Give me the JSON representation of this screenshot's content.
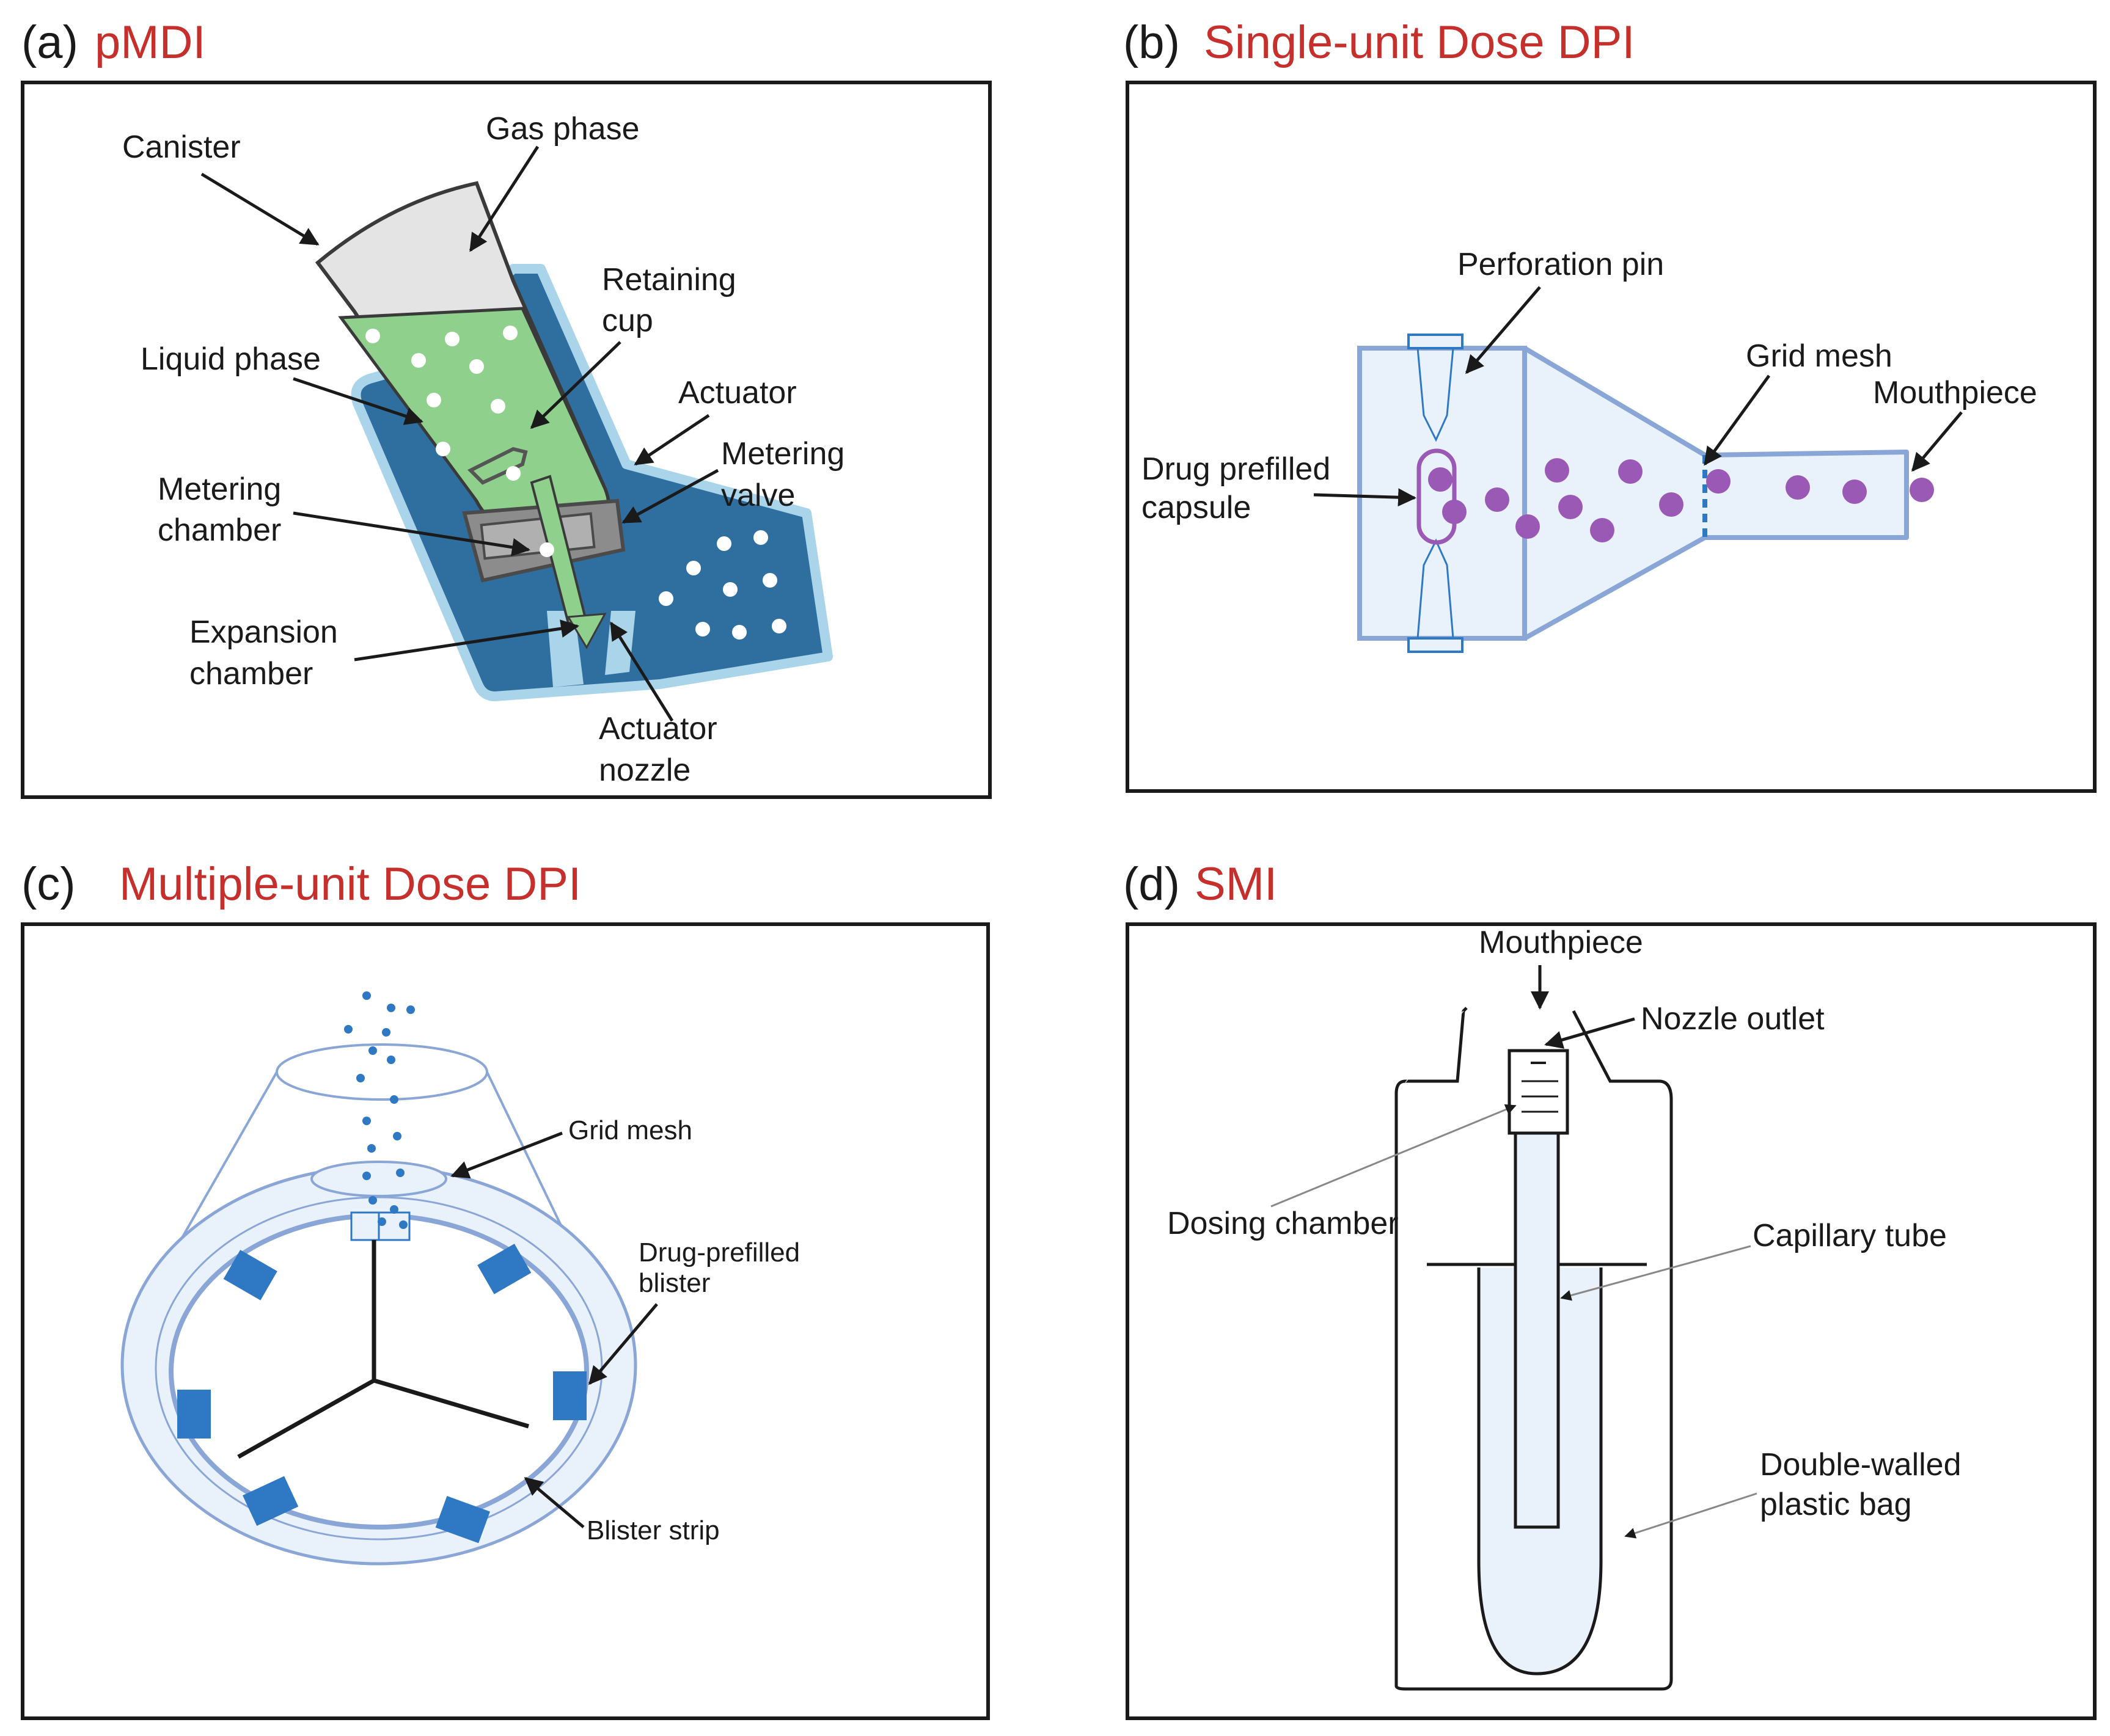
{
  "colors": {
    "title_red": "#c5302c",
    "ink": "#1a1a1a",
    "steel_blue": "#2f6f9f",
    "light_blue": "#e9f1fb",
    "outline_blue": "#8aa6d6",
    "liquid_green": "#8fd18c",
    "purple_particle": "#9b59b6",
    "blister_blue": "#2f78c4"
  },
  "panels": {
    "a": {
      "letter": "(a)",
      "title": "pMDI",
      "labels": {
        "canister": "Canister",
        "gas_phase": "Gas phase",
        "retaining_cup_1": "Retaining",
        "retaining_cup_2": "cup",
        "liquid_phase": "Liquid phase",
        "actuator": "Actuator",
        "metering_valve_1": "Metering",
        "metering_valve_2": "valve",
        "metering_chamber_1": "Metering",
        "metering_chamber_2": "chamber",
        "expansion_chamber_1": "Expansion",
        "expansion_chamber_2": "chamber",
        "actuator_nozzle_1": "Actuator",
        "actuator_nozzle_2": "nozzle"
      }
    },
    "b": {
      "letter": "(b)",
      "title": "Single-unit Dose DPI",
      "labels": {
        "perforation_pin": "Perforation pin",
        "grid_mesh": "Grid mesh",
        "mouthpiece": "Mouthpiece",
        "drug_capsule_1": "Drug prefilled",
        "drug_capsule_2": "capsule"
      }
    },
    "c": {
      "letter": "(c)",
      "title": "Multiple-unit Dose DPI",
      "labels": {
        "grid_mesh": "Grid mesh",
        "blister_1": "Drug-prefilled",
        "blister_2": "blister",
        "blister_strip": "Blister strip"
      }
    },
    "d": {
      "letter": "(d)",
      "title": "SMI",
      "labels": {
        "mouthpiece": "Mouthpiece",
        "nozzle_outlet": "Nozzle outlet",
        "dosing_chamber": "Dosing chamber",
        "capillary_tube": "Capillary tube",
        "plastic_bag_1": "Double-walled",
        "plastic_bag_2": "plastic bag"
      }
    }
  }
}
